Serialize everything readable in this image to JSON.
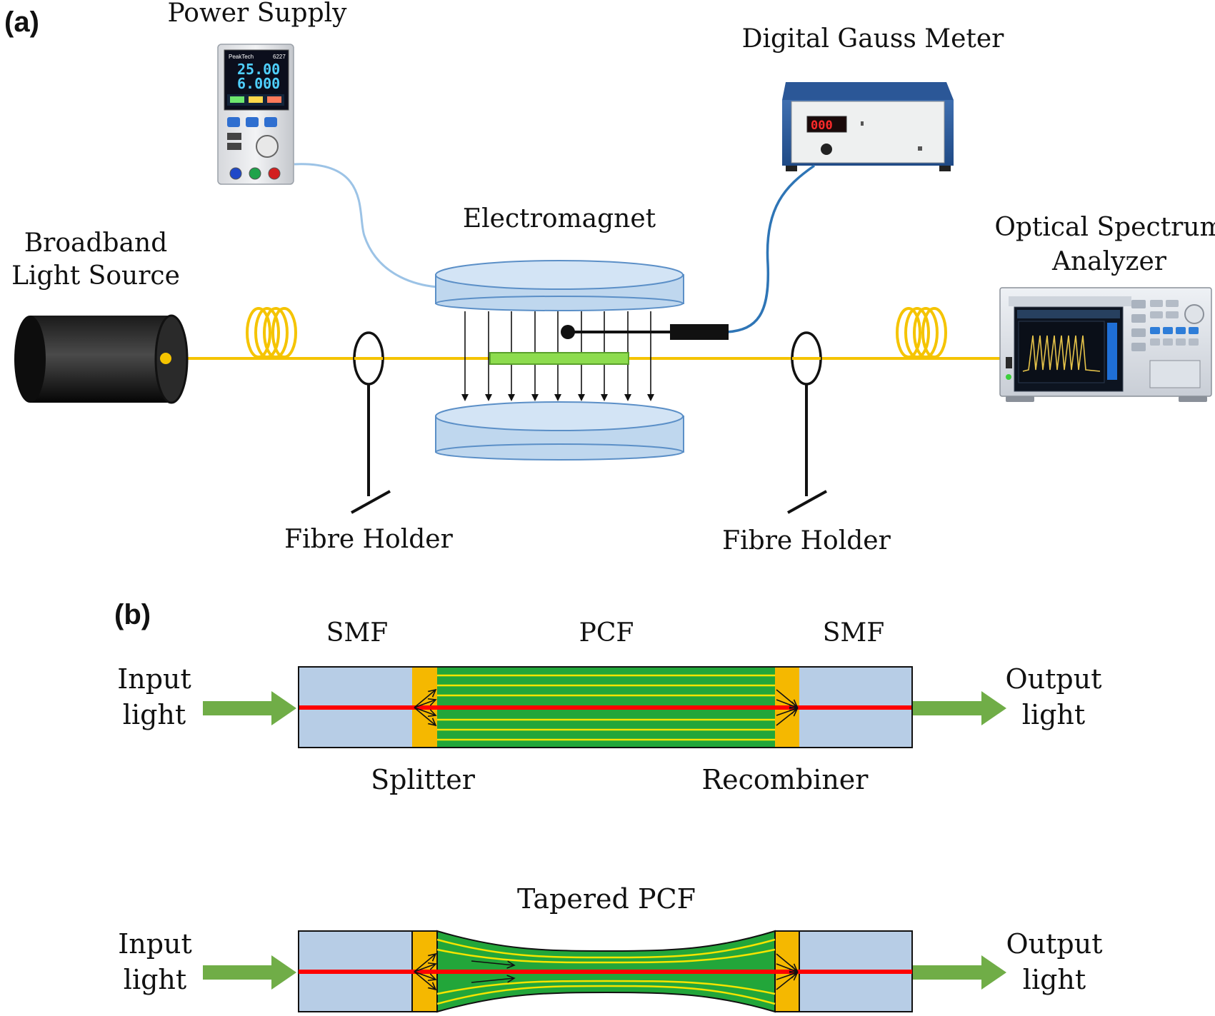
{
  "panel_a": {
    "tag": "(a)",
    "labels": {
      "power_supply": "Power Supply",
      "gauss_meter": "Digital Gauss Meter",
      "electromagnet": "Electromagnet",
      "light_source_line1": "Broadband",
      "light_source_line2": "Light Source",
      "osa_line1": "Optical Spectrum",
      "osa_line2": "Analyzer",
      "fibre_holder_left": "Fibre Holder",
      "fibre_holder_right": "Fibre Holder"
    },
    "power_supply_display": {
      "brand": "PeakTech",
      "model": "6227",
      "voltage": "25.00",
      "current": "6.000"
    },
    "gauss_meter_display": "000"
  },
  "panel_b": {
    "tag": "(b)",
    "top": {
      "smf_left": "SMF",
      "pcf": "PCF",
      "smf_right": "SMF",
      "input_line1": "Input",
      "input_line2": "light",
      "output_line1": "Output",
      "output_line2": "light",
      "splitter": "Splitter",
      "recombiner": "Recombiner"
    },
    "bottom": {
      "title": "Tapered PCF",
      "input_line1": "Input",
      "input_line2": "light",
      "output_line1": "Output",
      "output_line2": "light"
    }
  },
  "colors": {
    "fiber": "#f5c400",
    "core_red": "#ff0000",
    "pcf_green": "#22a63a",
    "arrow_green": "#70ad47",
    "smf_blue": "#b7cde6",
    "connector_orange": "#f5b800",
    "magnet_blue": "#bfd7ee",
    "cable_light_blue": "#9cc3e6",
    "cable_dark_blue": "#2e75b6"
  }
}
